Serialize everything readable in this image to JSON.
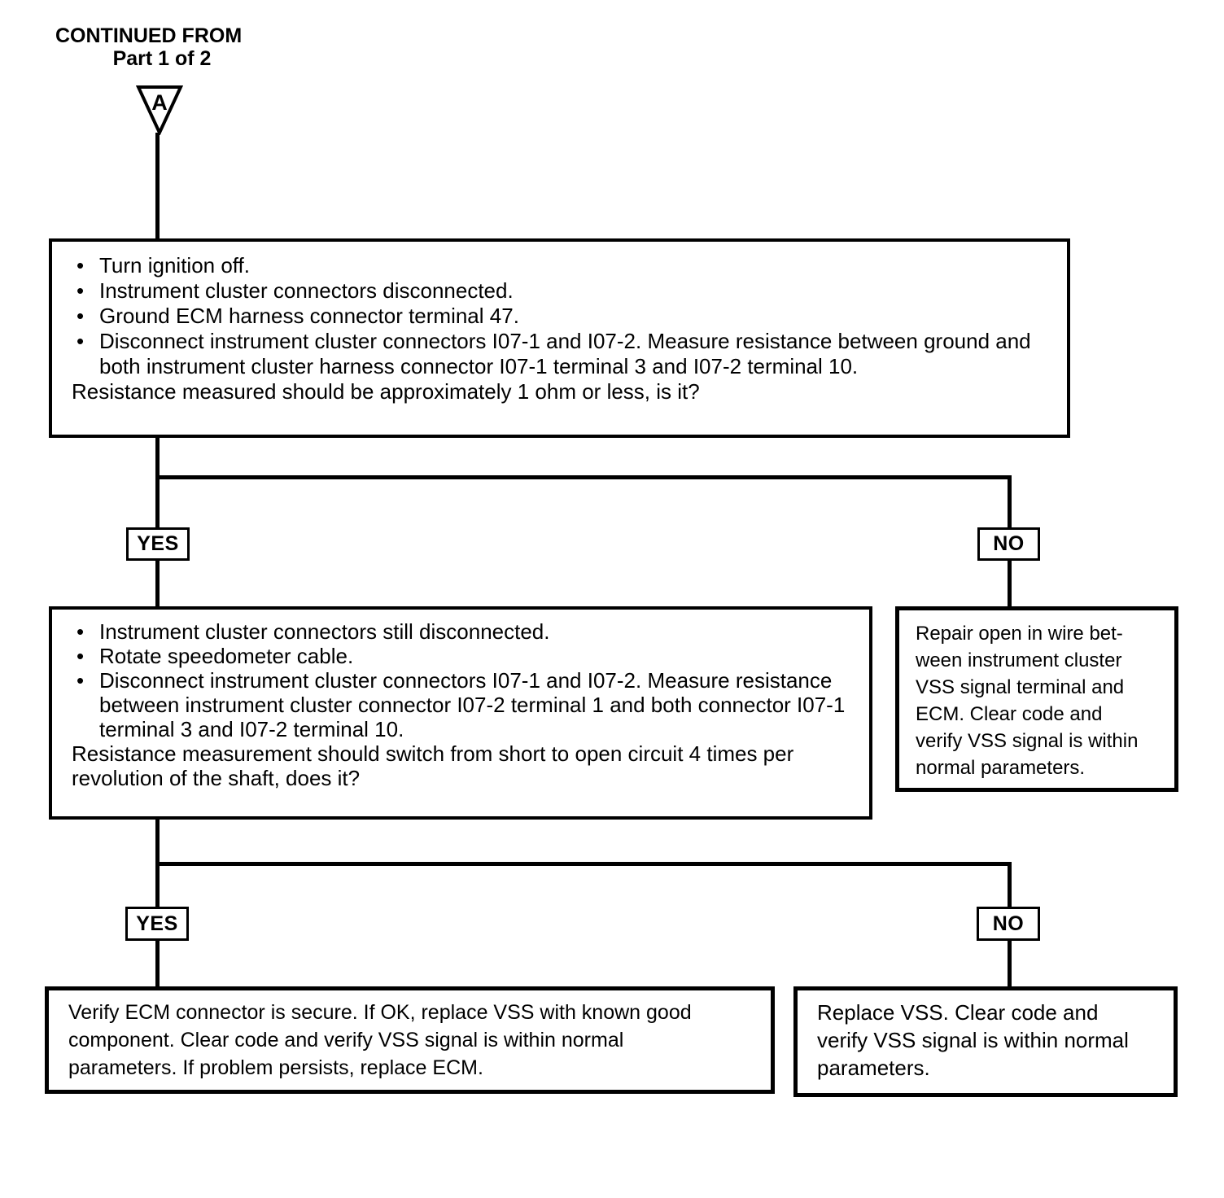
{
  "header": {
    "continued_line1": "CONTINUED FROM",
    "continued_line2": "Part 1 of 2",
    "connector_label": "A"
  },
  "labels": {
    "yes": "YES",
    "no": "NO"
  },
  "flowchart": {
    "step1": {
      "bullets": [
        "Turn ignition off.",
        "Instrument cluster connectors disconnected.",
        "Ground ECM harness connector terminal 47.",
        "Disconnect instrument cluster connectors I07-1 and I07-2. Measure resistance between ground and both instrument cluster harness connector I07-1 terminal 3 and I07-2 terminal 10."
      ],
      "question": "Resistance measured should be approximately 1 ohm or less, is it?"
    },
    "step2": {
      "bullets": [
        "Instrument cluster connectors still disconnected.",
        "Rotate speedometer cable.",
        "Disconnect instrument cluster connectors I07-1 and I07-2. Measure resistance between instrument cluster connector I07-2 terminal 1 and both connector I07-1 terminal 3 and I07-2 terminal 10."
      ],
      "question": "Resistance measurement should switch from short to open circuit 4 times per revolution of the shaft, does it?"
    },
    "repair_open": {
      "lines": [
        "Repair open in wire bet-",
        "ween instrument cluster",
        "VSS signal terminal and",
        "ECM. Clear code and",
        "verify VSS signal is within",
        "normal parameters."
      ]
    },
    "verify_ecm": {
      "lines": [
        "Verify ECM connector is secure. If OK, replace VSS with known good",
        "component. Clear code and verify VSS signal is within normal",
        "parameters. If problem persists, replace ECM."
      ]
    },
    "replace_vss": {
      "lines": [
        "Replace VSS. Clear code and",
        "verify VSS signal is within normal",
        "parameters."
      ]
    }
  },
  "colors": {
    "ink": "#000000",
    "paper": "#ffffff"
  }
}
